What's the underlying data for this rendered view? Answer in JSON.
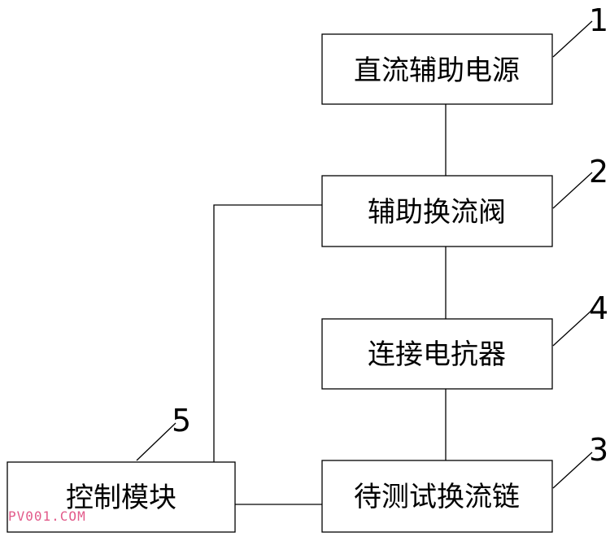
{
  "blocks": {
    "dc_aux_power": {
      "label": "直流辅助电源",
      "number": "1"
    },
    "aux_commutation_valve": {
      "label": "辅助换流阀",
      "number": "2"
    },
    "connecting_reactor": {
      "label": "连接电抗器",
      "number": "4"
    },
    "commutation_chain_under_test": {
      "label": "待测试换流链",
      "number": "3"
    },
    "control_module": {
      "label": "控制模块",
      "number": "5"
    }
  },
  "watermark": "PV001.COM",
  "colors": {
    "line": "#000000",
    "box_border": "#000000",
    "watermark": "#e25a8a"
  }
}
